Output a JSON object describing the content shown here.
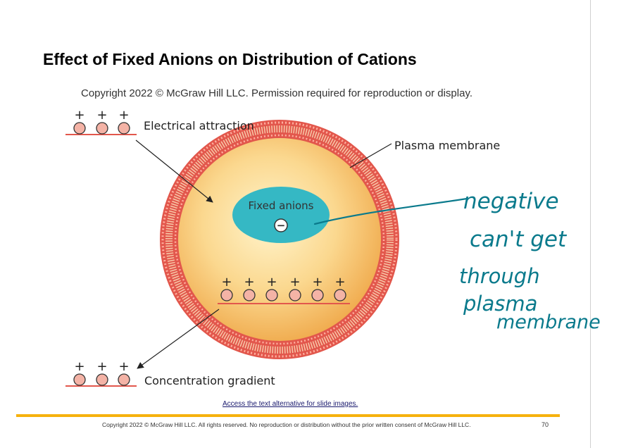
{
  "slide": {
    "title": "Effect of Fixed Anions on Distribution of Cations",
    "copyright_top": "Copyright 2022 © McGraw Hill LLC. Permission required for reproduction or display.",
    "access_link": "Access the text alternative for slide images.",
    "footer_copyright": "Copyright 2022 © McGraw Hill LLC. All rights reserved. No reproduction or distribution without the prior written consent of McGraw Hill LLC.",
    "page_number": "70"
  },
  "diagram": {
    "label_electrical": "Electrical attraction",
    "label_plasma": "Plasma membrane",
    "label_fixed_anions": "Fixed anions",
    "label_concentration": "Concentration gradient",
    "plus_sign": "+",
    "minus_sign": "−"
  },
  "annotation": {
    "line1": "negative",
    "line2": "can't get",
    "line3": "through",
    "line4": "plasma",
    "line5": "membrane"
  },
  "colors": {
    "membrane": "#e2574c",
    "cytoplasm_light": "#fff3c8",
    "cytoplasm_dark": "#f2b95d",
    "anion_blob": "#35b8c4",
    "cation": "#f4b3a6",
    "handwriting": "#0a7a8c",
    "footer_bar": "#f6b20e"
  }
}
